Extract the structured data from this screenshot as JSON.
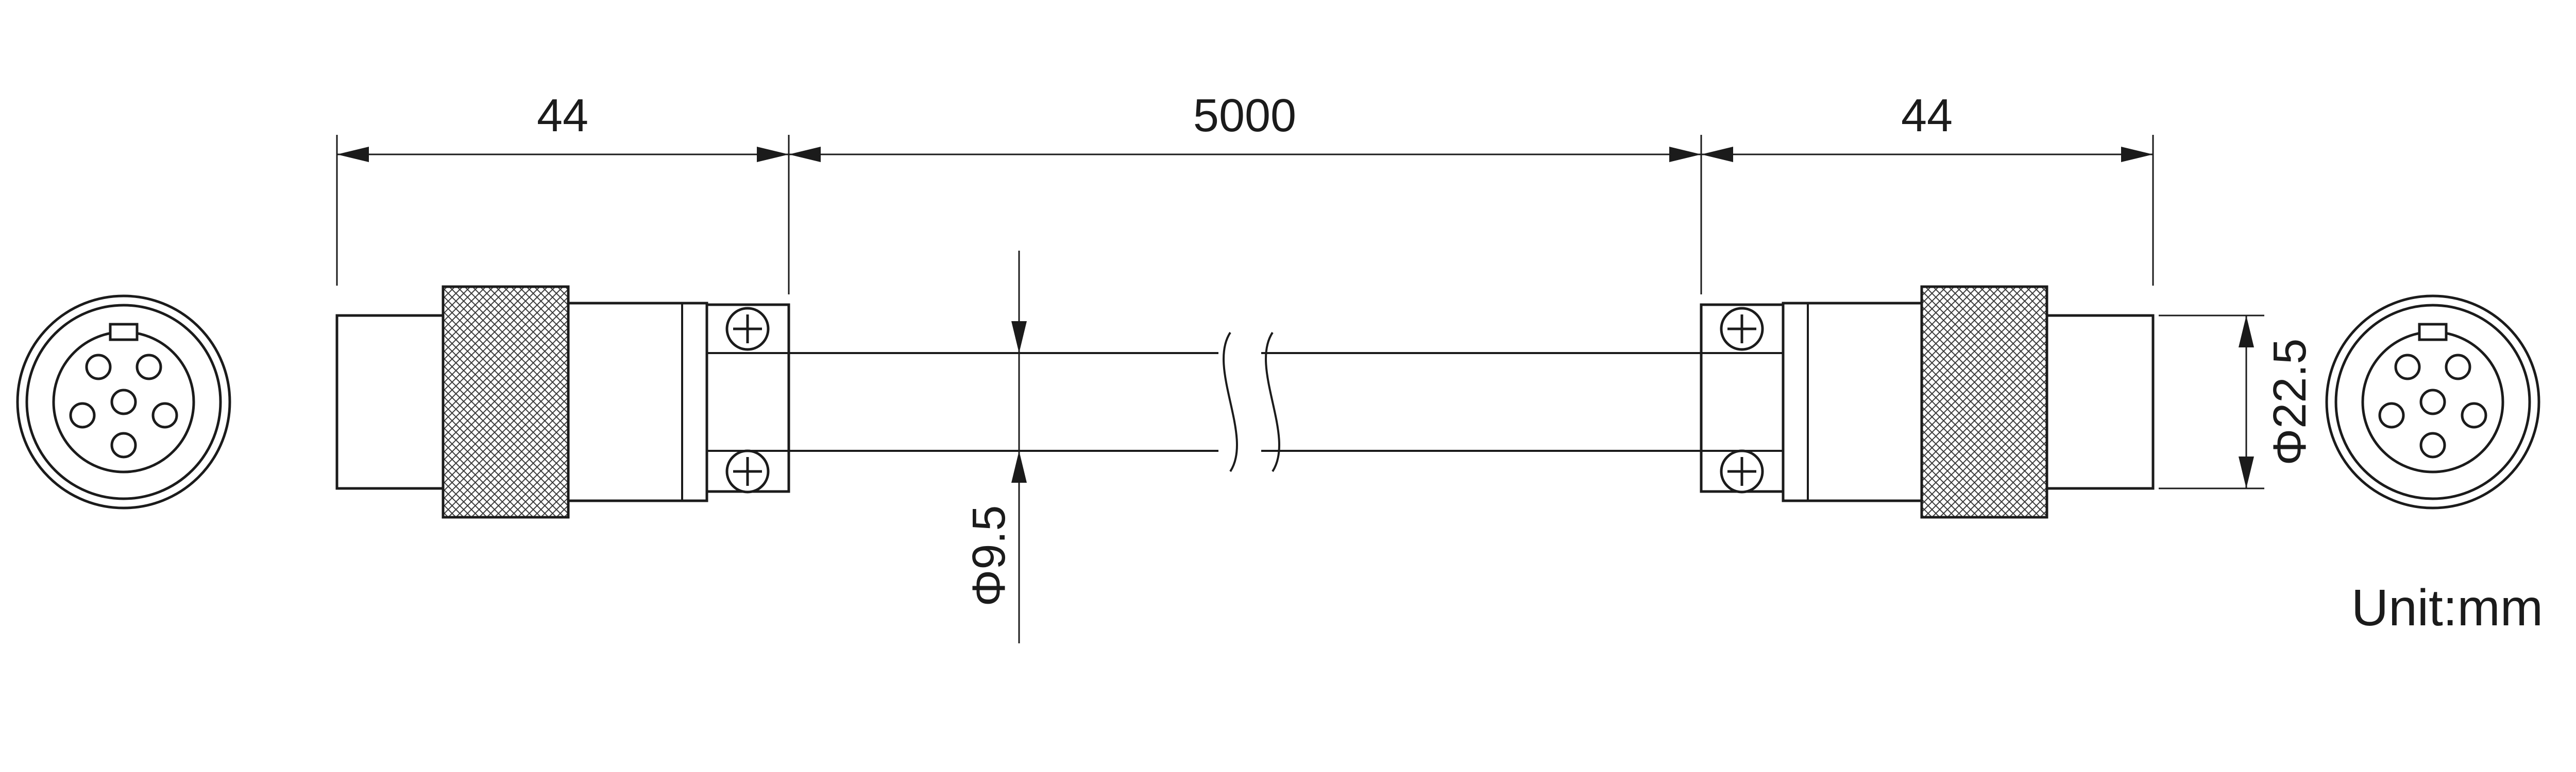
{
  "colors": {
    "background": "#ffffff",
    "line": "#1b1b1b"
  },
  "dimensions": {
    "left_connector_length": "44",
    "cable_length": "5000",
    "right_connector_length": "44",
    "cable_diameter": "Φ9.5",
    "connector_diameter": "Φ22.5"
  },
  "unit_label": "Unit:mm"
}
